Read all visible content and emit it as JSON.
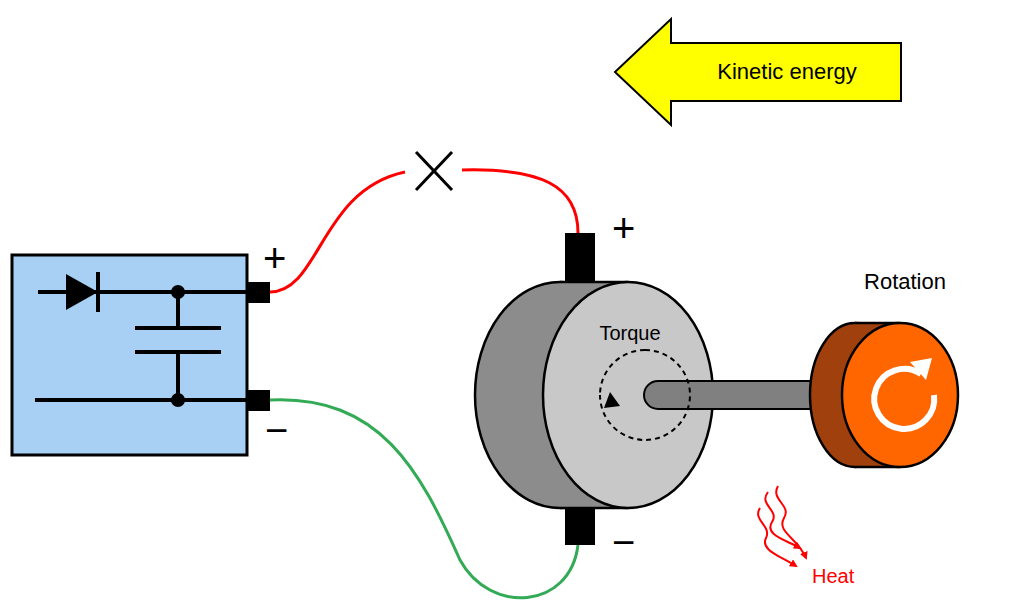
{
  "diagram": {
    "nodes": [
      {
        "text": [
          "Kinetic energy"
        ]
      },
      {
        "text": [
          "Torque"
        ]
      },
      {
        "text": [
          "Rotation"
        ]
      }
    ],
    "labels": [
      "+",
      "+",
      "−",
      "−",
      "Heat"
    ]
  }
}
